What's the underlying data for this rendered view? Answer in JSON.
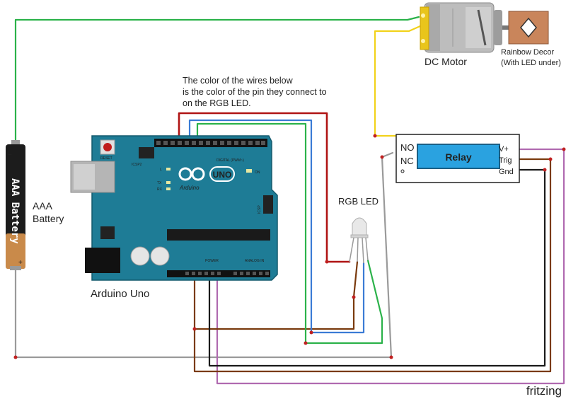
{
  "labels": {
    "note_line1": "The color of the wires below",
    "note_line2": "is the color of the pin they connect to",
    "note_line3": "on the RGB LED.",
    "motor": "DC Motor",
    "decor_line1": "Rainbow Decor",
    "decor_line2": "(With LED under)",
    "rgb_led": "RGB LED",
    "arduino": "Arduino Uno",
    "battery_word1": "AAA",
    "battery_word2": "Battery",
    "battery_vertical": "AAA Battery",
    "relay": "Relay",
    "relay_no": "NO",
    "relay_nc": "NC",
    "relay_vplus": "V+",
    "relay_trig": "Trig",
    "relay_gnd": "Gnd",
    "fritzing": "fritzing",
    "board_uno": "UNO",
    "board_arduino": "Arduino",
    "board_reset": "RESET",
    "board_icsp2": "ICSP2",
    "board_icsp": "ICSP",
    "board_digital": "DIGITAL (PWM~)",
    "board_power": "POWER",
    "board_analog": "ANALOG IN",
    "board_on": "ON",
    "board_l": "L",
    "board_tx": "TX",
    "board_rx": "RX",
    "batt_minus": "−",
    "batt_plus": "+"
  },
  "colors": {
    "wire_green": "#2bb24a",
    "wire_red": "#b01414",
    "wire_blue": "#3a7bd5",
    "wire_yellow": "#f2d21b",
    "wire_gray": "#9a9a9a",
    "wire_brown": "#7a3a0e",
    "wire_black": "#1a1a1a",
    "wire_purple": "#b06ab0",
    "board": "#1e7c96",
    "relay_body": "#2aa2e0"
  }
}
